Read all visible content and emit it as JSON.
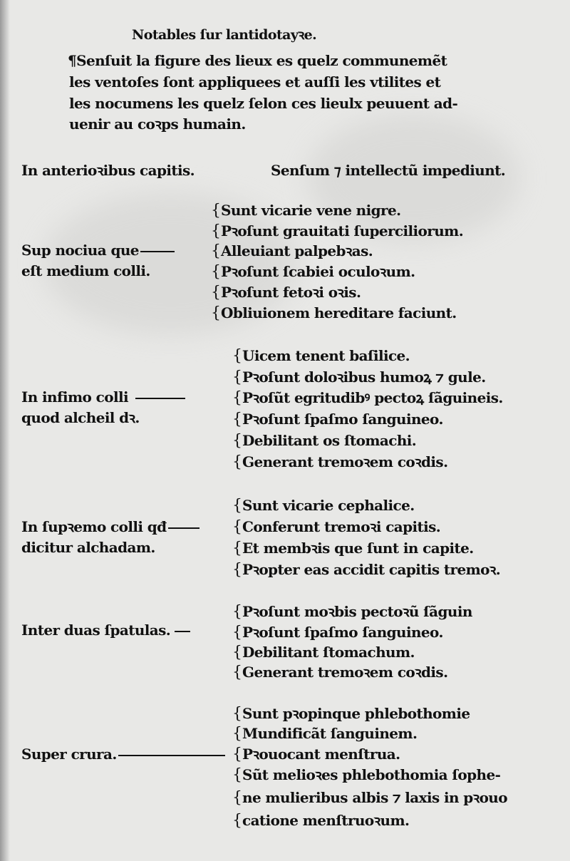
{
  "title": "Notables ſur lantidotayꝛe.",
  "intro": [
    "¶Senſuit la figure des lieux es quelz communemẽt",
    "les ventoſes ſont appliquees et auſſi les vtilites et",
    "les nocumens les quelz ſelon ces lieulx peuuent ad-",
    "uenir au coꝛps humain."
  ],
  "heading": {
    "left": "In anterioꝛibus capitis.",
    "right": "Senſum ⁊ intellectũ impediunt."
  },
  "groups": [
    {
      "left": [
        "Sup nociua que",
        "eſt medium colli."
      ],
      "right": [
        "Sunt vicarie vene nigre.",
        "Pꝛoſunt grauitati ſuperciliorum.",
        "Alleuiant palpebꝛas.",
        "Pꝛoſunt ſcabiei oculoꝛum.",
        "Pꝛoſunt fetoꝛi oꝛis.",
        "Obliuionem hereditare faciunt."
      ]
    },
    {
      "left": [
        "In infimo colli",
        "quod alcheil dꝛ."
      ],
      "right": [
        "Uicem tenent baſilice.",
        "Pꝛoſunt doloꝛibus humoꝝ ⁊ gule.",
        "Pꝛoſũt egritudibꝰ pectoꝝ ſãguineis.",
        "Pꝛoſunt ſpaſmo ſanguineo.",
        "Debilitant os ſtomachi.",
        "Generant tremoꝛem coꝛdis."
      ]
    },
    {
      "left": [
        "In ſupꝛemo colli qđ",
        "dicitur alchadam."
      ],
      "right": [
        "Sunt vicarie cephalice.",
        "Conferunt tremoꝛi capitis.",
        "Et membꝛis que ſunt in capite.",
        "Pꝛopter eas accidit capitis tremoꝛ."
      ]
    },
    {
      "left": [
        "Inter duas ſpatulas."
      ],
      "right": [
        "Pꝛoſunt moꝛbis pectoꝛũ ſãguin",
        "Pꝛoſunt ſpaſmo ſanguineo.",
        "Debilitant ſtomachum.",
        "Generant tremoꝛem coꝛdis."
      ]
    },
    {
      "left": [
        "Super crura."
      ],
      "right": [
        "Sunt pꝛopinque phlebothomie",
        "Mundificãt ſanguinem.",
        "Pꝛouocant menſtrua.",
        "Sũt melioꝛes phlebothomia ſophe-",
        "ne mulieribus albis ⁊ laxis in pꝛouo",
        "catione menſtruoꝛum."
      ]
    }
  ]
}
